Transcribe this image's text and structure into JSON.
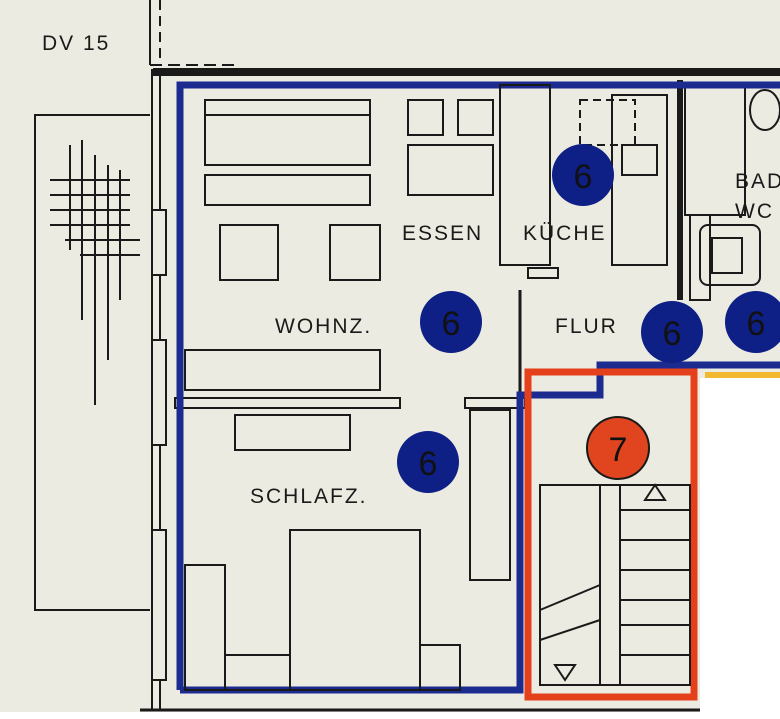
{
  "title": "DV 15",
  "rooms": {
    "wohnz": "WOHNZ.",
    "essen": "ESSEN",
    "kueche": "KÜCHE",
    "flur": "FLUR",
    "schlafz": "SCHLAFZ.",
    "bad": "BAD",
    "wc": "WC"
  },
  "markers": [
    {
      "label": "6",
      "color": "#0e1f86"
    },
    {
      "label": "6",
      "color": "#0e1f86"
    },
    {
      "label": "6",
      "color": "#0e1f86"
    },
    {
      "label": "6",
      "color": "#0e1f86"
    },
    {
      "label": "6",
      "color": "#0e1f86"
    },
    {
      "label": "7",
      "color": "#e0451f"
    }
  ],
  "colors": {
    "paper": "#ecebe1",
    "unit_outline": "#1b2b8f",
    "stair_outline": "#e5401c",
    "accent_yellow": "#f2b830"
  }
}
